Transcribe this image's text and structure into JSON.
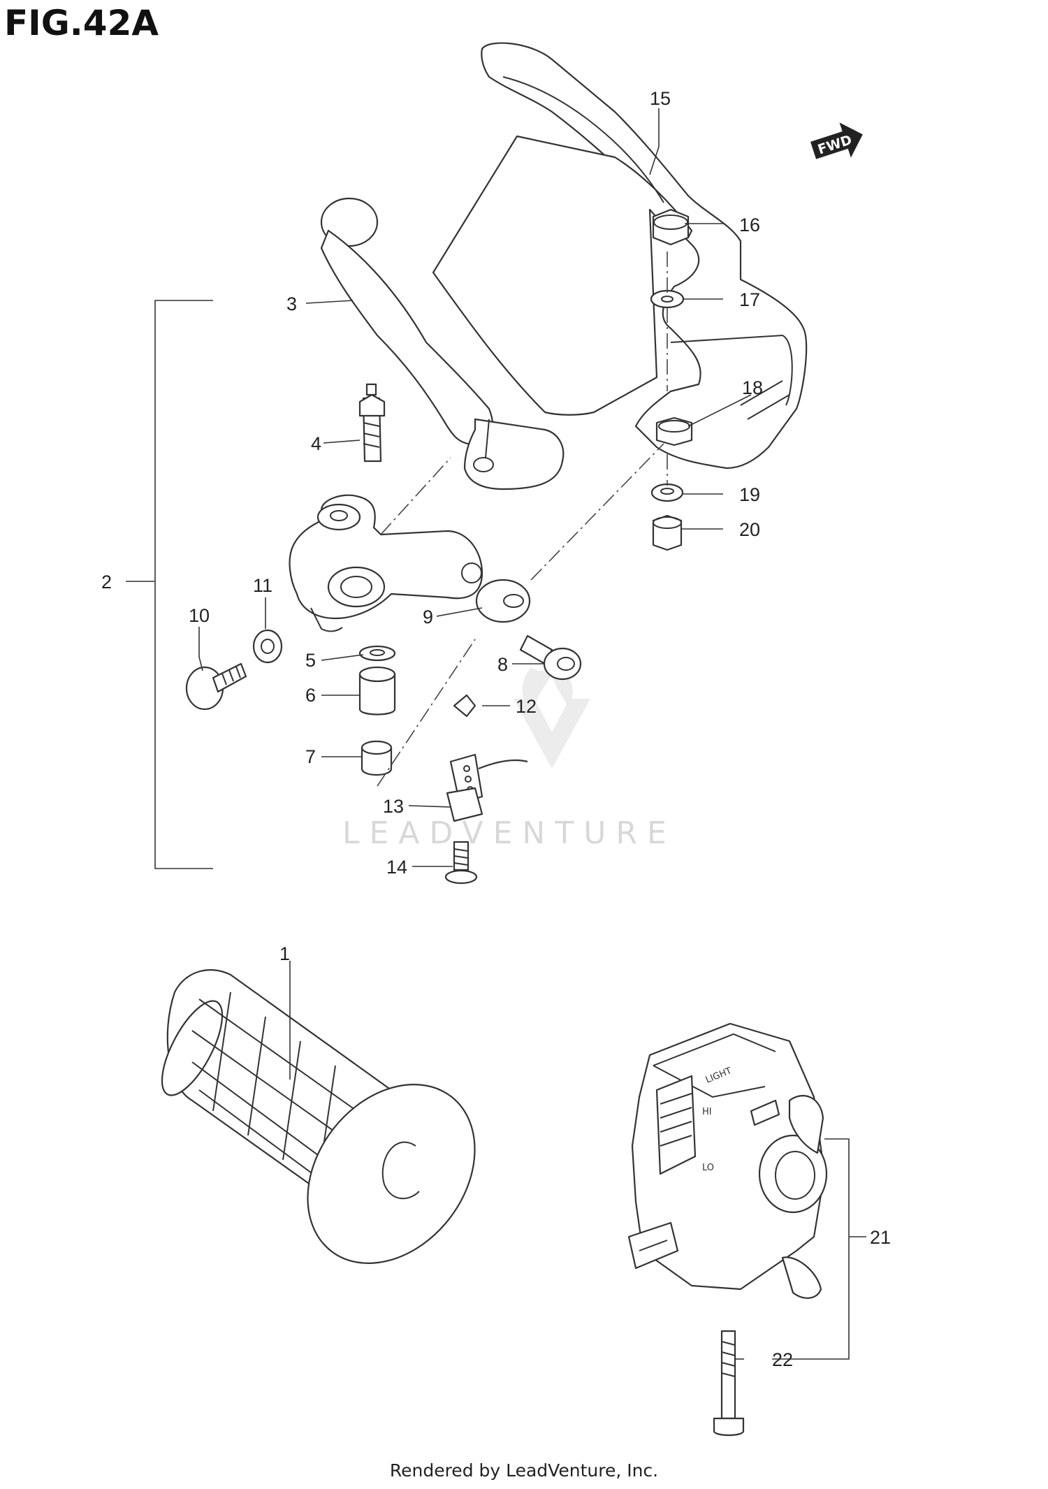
{
  "figure": {
    "title": "FIG.42A",
    "footer": "Rendered by LeadVenture, Inc.",
    "watermark": "LEADVENTURE",
    "direction_badge": "FWD"
  },
  "callouts": {
    "c1": "1",
    "c2": "2",
    "c3": "3",
    "c4": "4",
    "c5": "5",
    "c6": "6",
    "c7": "7",
    "c8": "8",
    "c9": "9",
    "c10": "10",
    "c11": "11",
    "c12": "12",
    "c13": "13",
    "c14": "14",
    "c15": "15",
    "c16": "16",
    "c17": "17",
    "c18": "18",
    "c19": "19",
    "c20": "20",
    "c21": "21",
    "c22": "22"
  },
  "switch_labels": {
    "light": "LIGHT",
    "hi": "HI",
    "lo": "LO"
  }
}
